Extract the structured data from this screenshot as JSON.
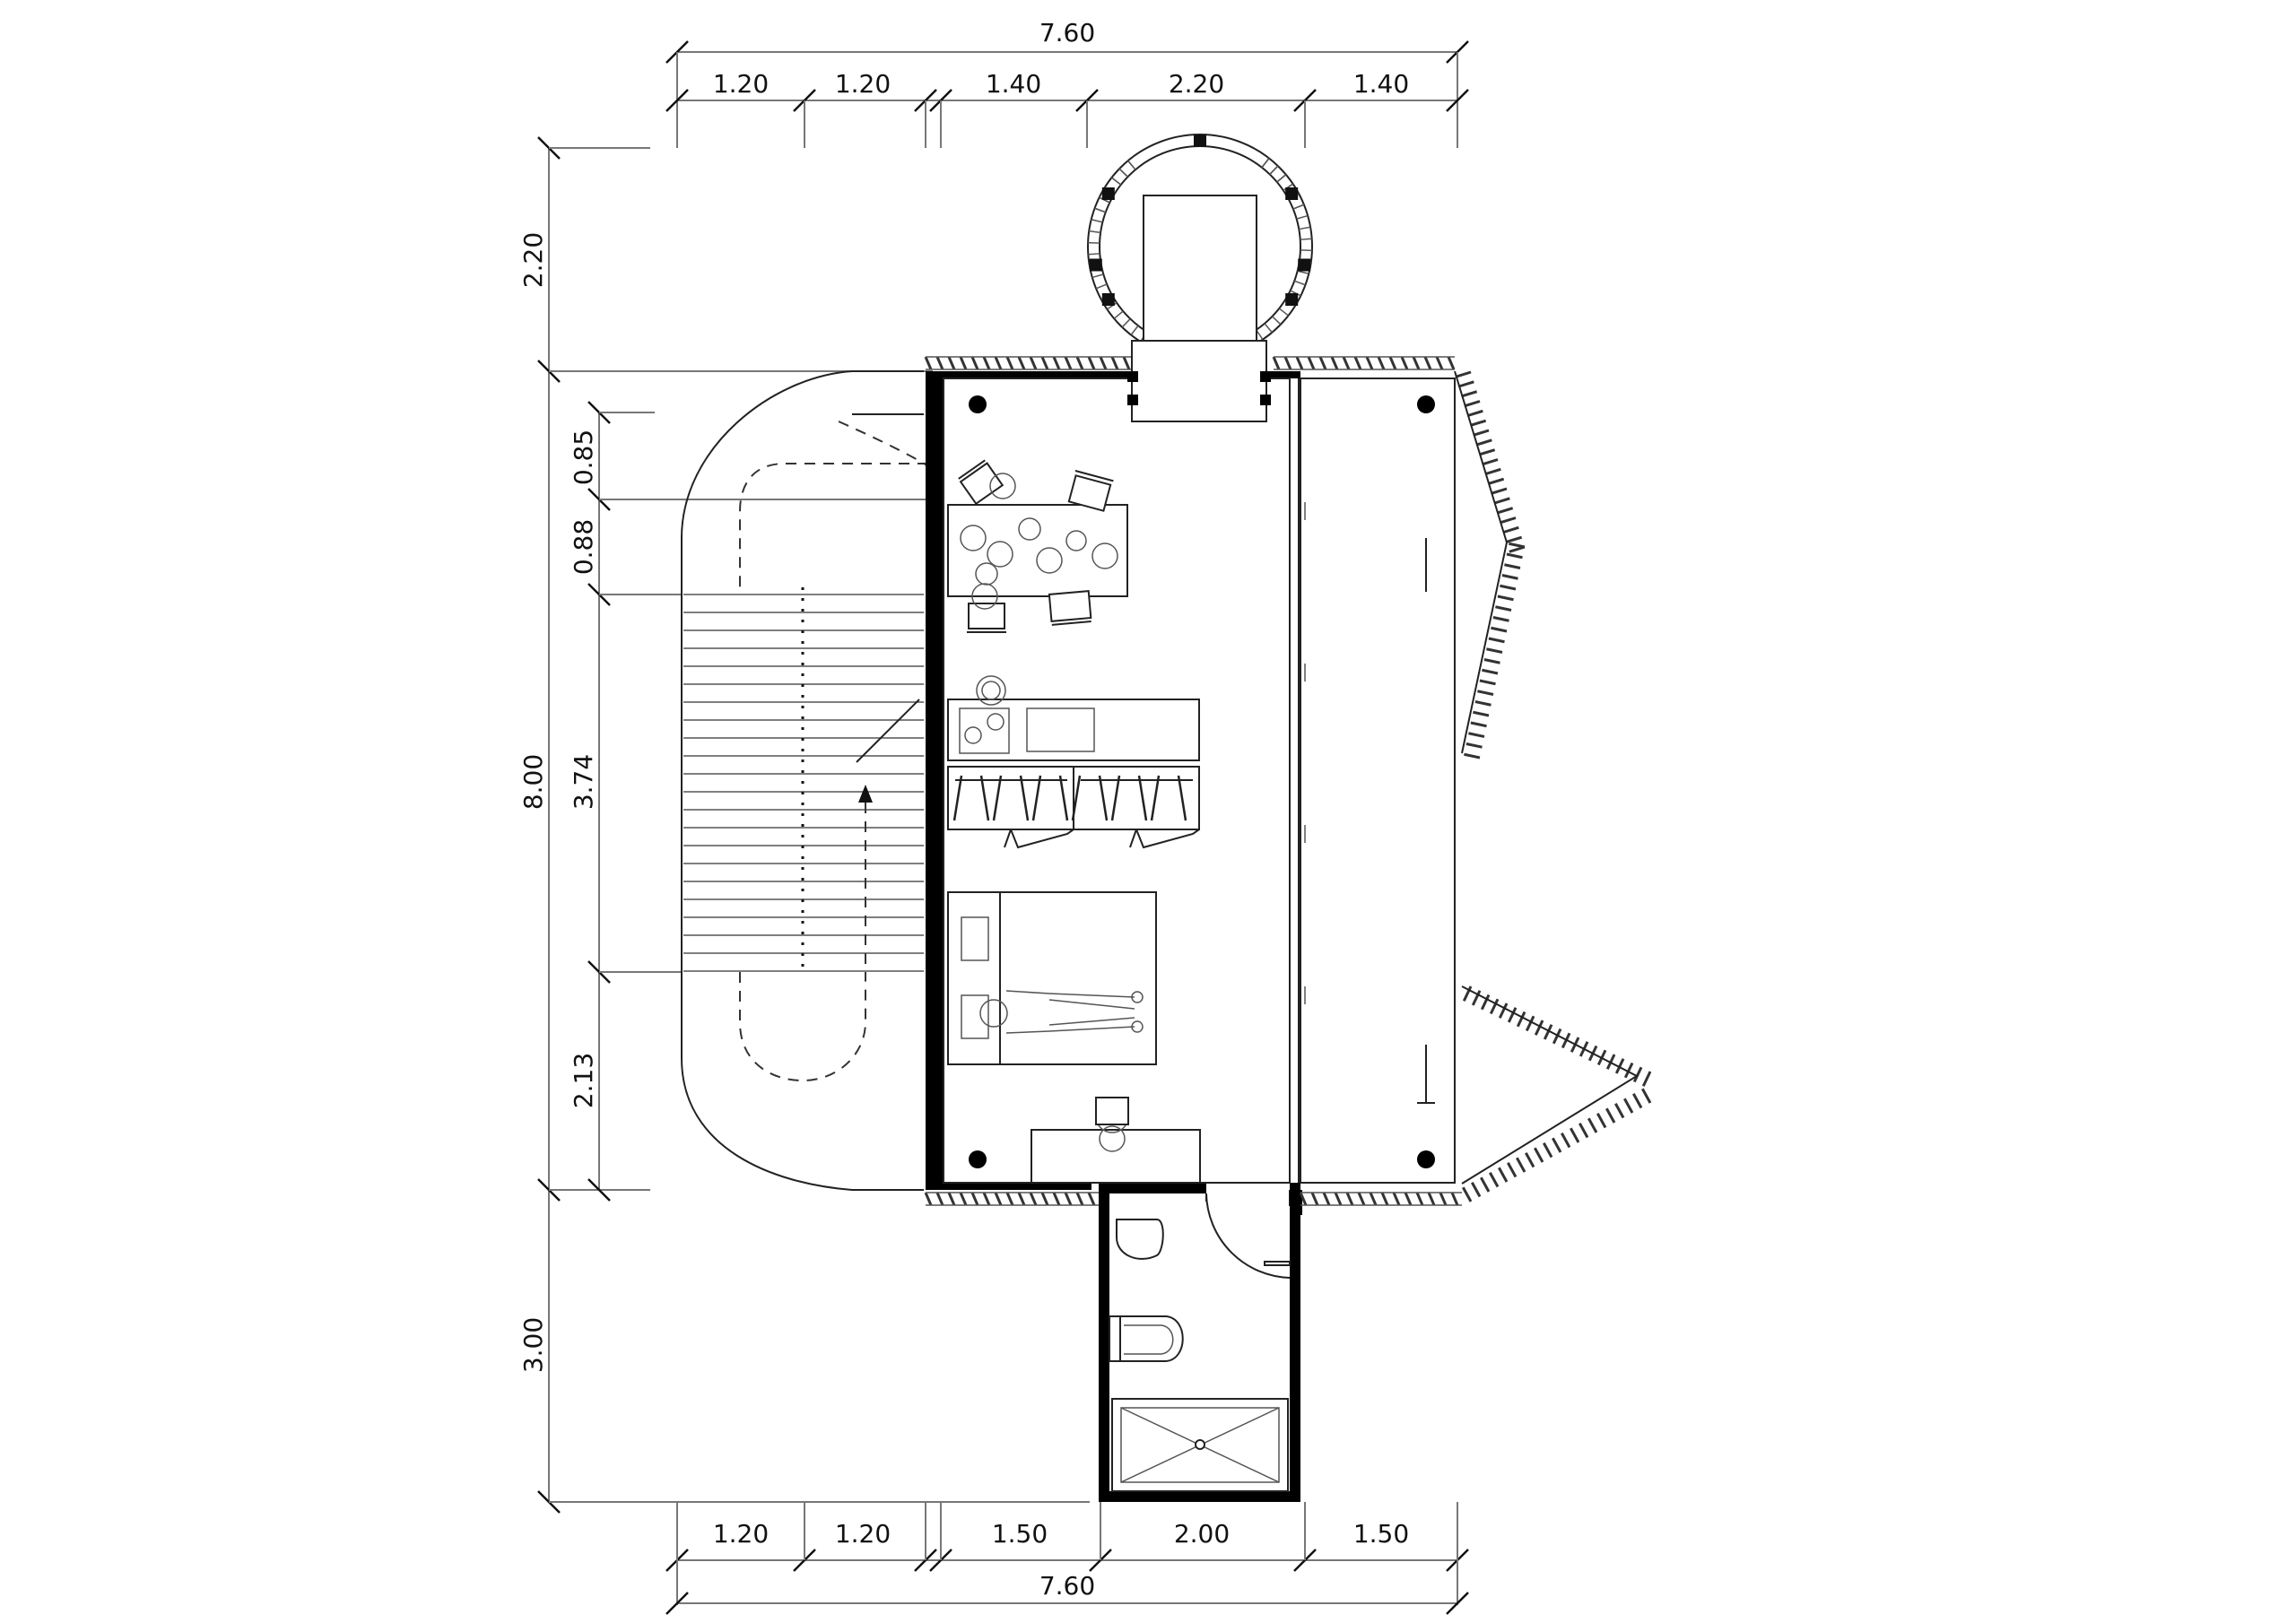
{
  "dimensions": {
    "top_total": "7.60",
    "top_segments": [
      "1.20",
      "1.20",
      "1.40",
      "2.20",
      "1.40"
    ],
    "bottom_segments": [
      "1.20",
      "1.20",
      "1.50",
      "2.00",
      "1.50"
    ],
    "bottom_total": "7.60",
    "left_outer": [
      "2.20",
      "8.00",
      "3.00"
    ],
    "left_inner": [
      "0.85",
      "0.88",
      "3.74",
      "2.13"
    ]
  },
  "colors": {
    "line": "#222222",
    "wall": "#000000",
    "dimension": "#777777"
  }
}
